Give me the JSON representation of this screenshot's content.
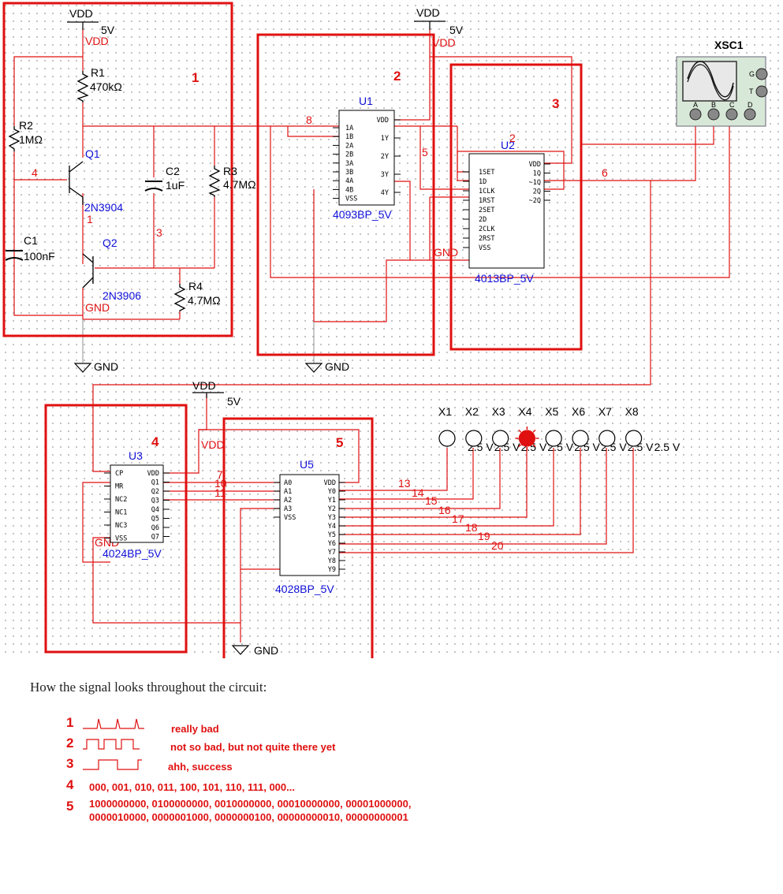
{
  "blocks": [
    "1",
    "2",
    "3",
    "4",
    "5"
  ],
  "power": {
    "vdd": "VDD",
    "v5": "5V",
    "gnd": "GND"
  },
  "components": {
    "R1": {
      "ref": "R1",
      "value": "470kΩ"
    },
    "R2": {
      "ref": "R2",
      "value": "1MΩ"
    },
    "R3": {
      "ref": "R3",
      "value": "4.7MΩ"
    },
    "R4": {
      "ref": "R4",
      "value": "4.7MΩ"
    },
    "C1": {
      "ref": "C1",
      "value": "100nF"
    },
    "C2": {
      "ref": "C2",
      "value": "1uF"
    },
    "Q1": {
      "ref": "Q1",
      "part": "2N3904"
    },
    "Q2": {
      "ref": "Q2",
      "part": "2N3906"
    },
    "U1": {
      "ref": "U1",
      "part": "4093BP_5V",
      "pins_left": [
        "1A",
        "1B",
        "2A",
        "2B",
        "3A",
        "3B",
        "4A",
        "4B",
        "VSS"
      ],
      "pins_right": [
        "VDD",
        "1Y",
        "2Y",
        "3Y",
        "4Y"
      ]
    },
    "U2": {
      "ref": "U2",
      "part": "4013BP_5V",
      "pins_left": [
        "1SET",
        "1D",
        "1CLK",
        "1RST",
        "2SET",
        "2D",
        "2CLK",
        "2RST",
        "VSS"
      ],
      "pins_right": [
        "VDD",
        "1Q",
        "~1Q",
        "2Q",
        "~2Q"
      ]
    },
    "U3": {
      "ref": "U3",
      "part": "4024BP_5V",
      "pins_left": [
        "CP",
        "MR",
        "NC2",
        "NC1",
        "NC3",
        "VSS"
      ],
      "pins_right": [
        "VDD",
        "Q1",
        "Q2",
        "Q3",
        "Q4",
        "Q5",
        "Q6",
        "Q7"
      ]
    },
    "U5": {
      "ref": "U5",
      "part": "4028BP_5V",
      "pins_left": [
        "A0",
        "A1",
        "A2",
        "A3",
        "VSS"
      ],
      "pins_right": [
        "VDD",
        "Y0",
        "Y1",
        "Y2",
        "Y3",
        "Y4",
        "Y5",
        "Y6",
        "Y7",
        "Y8",
        "Y9"
      ]
    },
    "XSC1": {
      "ref": "XSC1",
      "terminals": [
        "A",
        "B",
        "C",
        "D",
        "G",
        "T"
      ]
    }
  },
  "net_labels": [
    "1",
    "2",
    "3",
    "4",
    "5",
    "6",
    "7",
    "8",
    "10",
    "11",
    "13",
    "14",
    "15",
    "16",
    "17",
    "18",
    "19",
    "20"
  ],
  "probes": {
    "labels": [
      "X1",
      "X2",
      "X3",
      "X4",
      "X5",
      "X6",
      "X7",
      "X8"
    ],
    "voltage": "2.5 V",
    "lit_index": 3
  },
  "notes": {
    "title": "How the signal looks throughout the circuit:",
    "items": [
      {
        "num": "1",
        "text": "really bad"
      },
      {
        "num": "2",
        "text": "not so bad, but not quite there yet"
      },
      {
        "num": "3",
        "text": "ahh, success"
      },
      {
        "num": "4",
        "text": "000, 001, 010, 011, 100, 101, 110, 111, 000..."
      },
      {
        "num": "5",
        "text": "1000000000, 0100000000, 0010000000, 00010000000, 00001000000,",
        "text2": "0000010000, 0000001000, 0000000100, 00000000010, 00000000001"
      }
    ]
  },
  "colors": {
    "wire": "#e01010",
    "block": "#e01010",
    "component": "#1010d8",
    "text": "#000000"
  }
}
